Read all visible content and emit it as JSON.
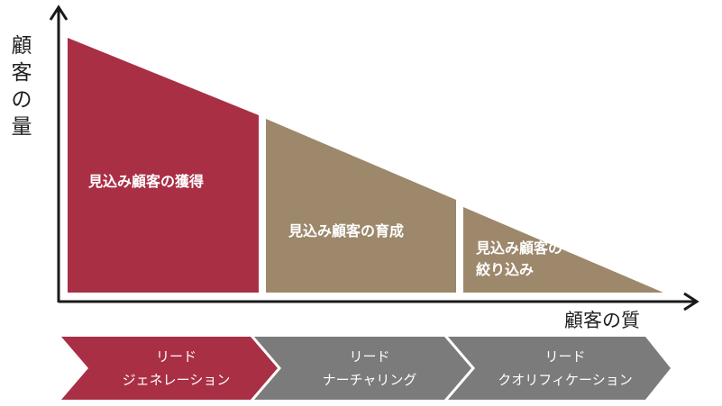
{
  "axes": {
    "y_label": "顧客の量",
    "x_label": "顧客の質"
  },
  "segments": [
    {
      "label": "見込み顧客の獲得",
      "color": "#a92f45"
    },
    {
      "label": "見込み顧客の育成",
      "color": "#9d886c"
    },
    {
      "label_line1": "見込み顧客の",
      "label_line2": "絞り込み",
      "color": "#9d886c"
    }
  ],
  "stages": [
    {
      "line1": "リード",
      "line2": "ジェネレーション",
      "color": "#a92f45"
    },
    {
      "line1": "リード",
      "line2": "ナーチャリング",
      "color": "#7b7b7b"
    },
    {
      "line1": "リード",
      "line2": "クオリフィケーション",
      "color": "#7b7b7b"
    }
  ]
}
